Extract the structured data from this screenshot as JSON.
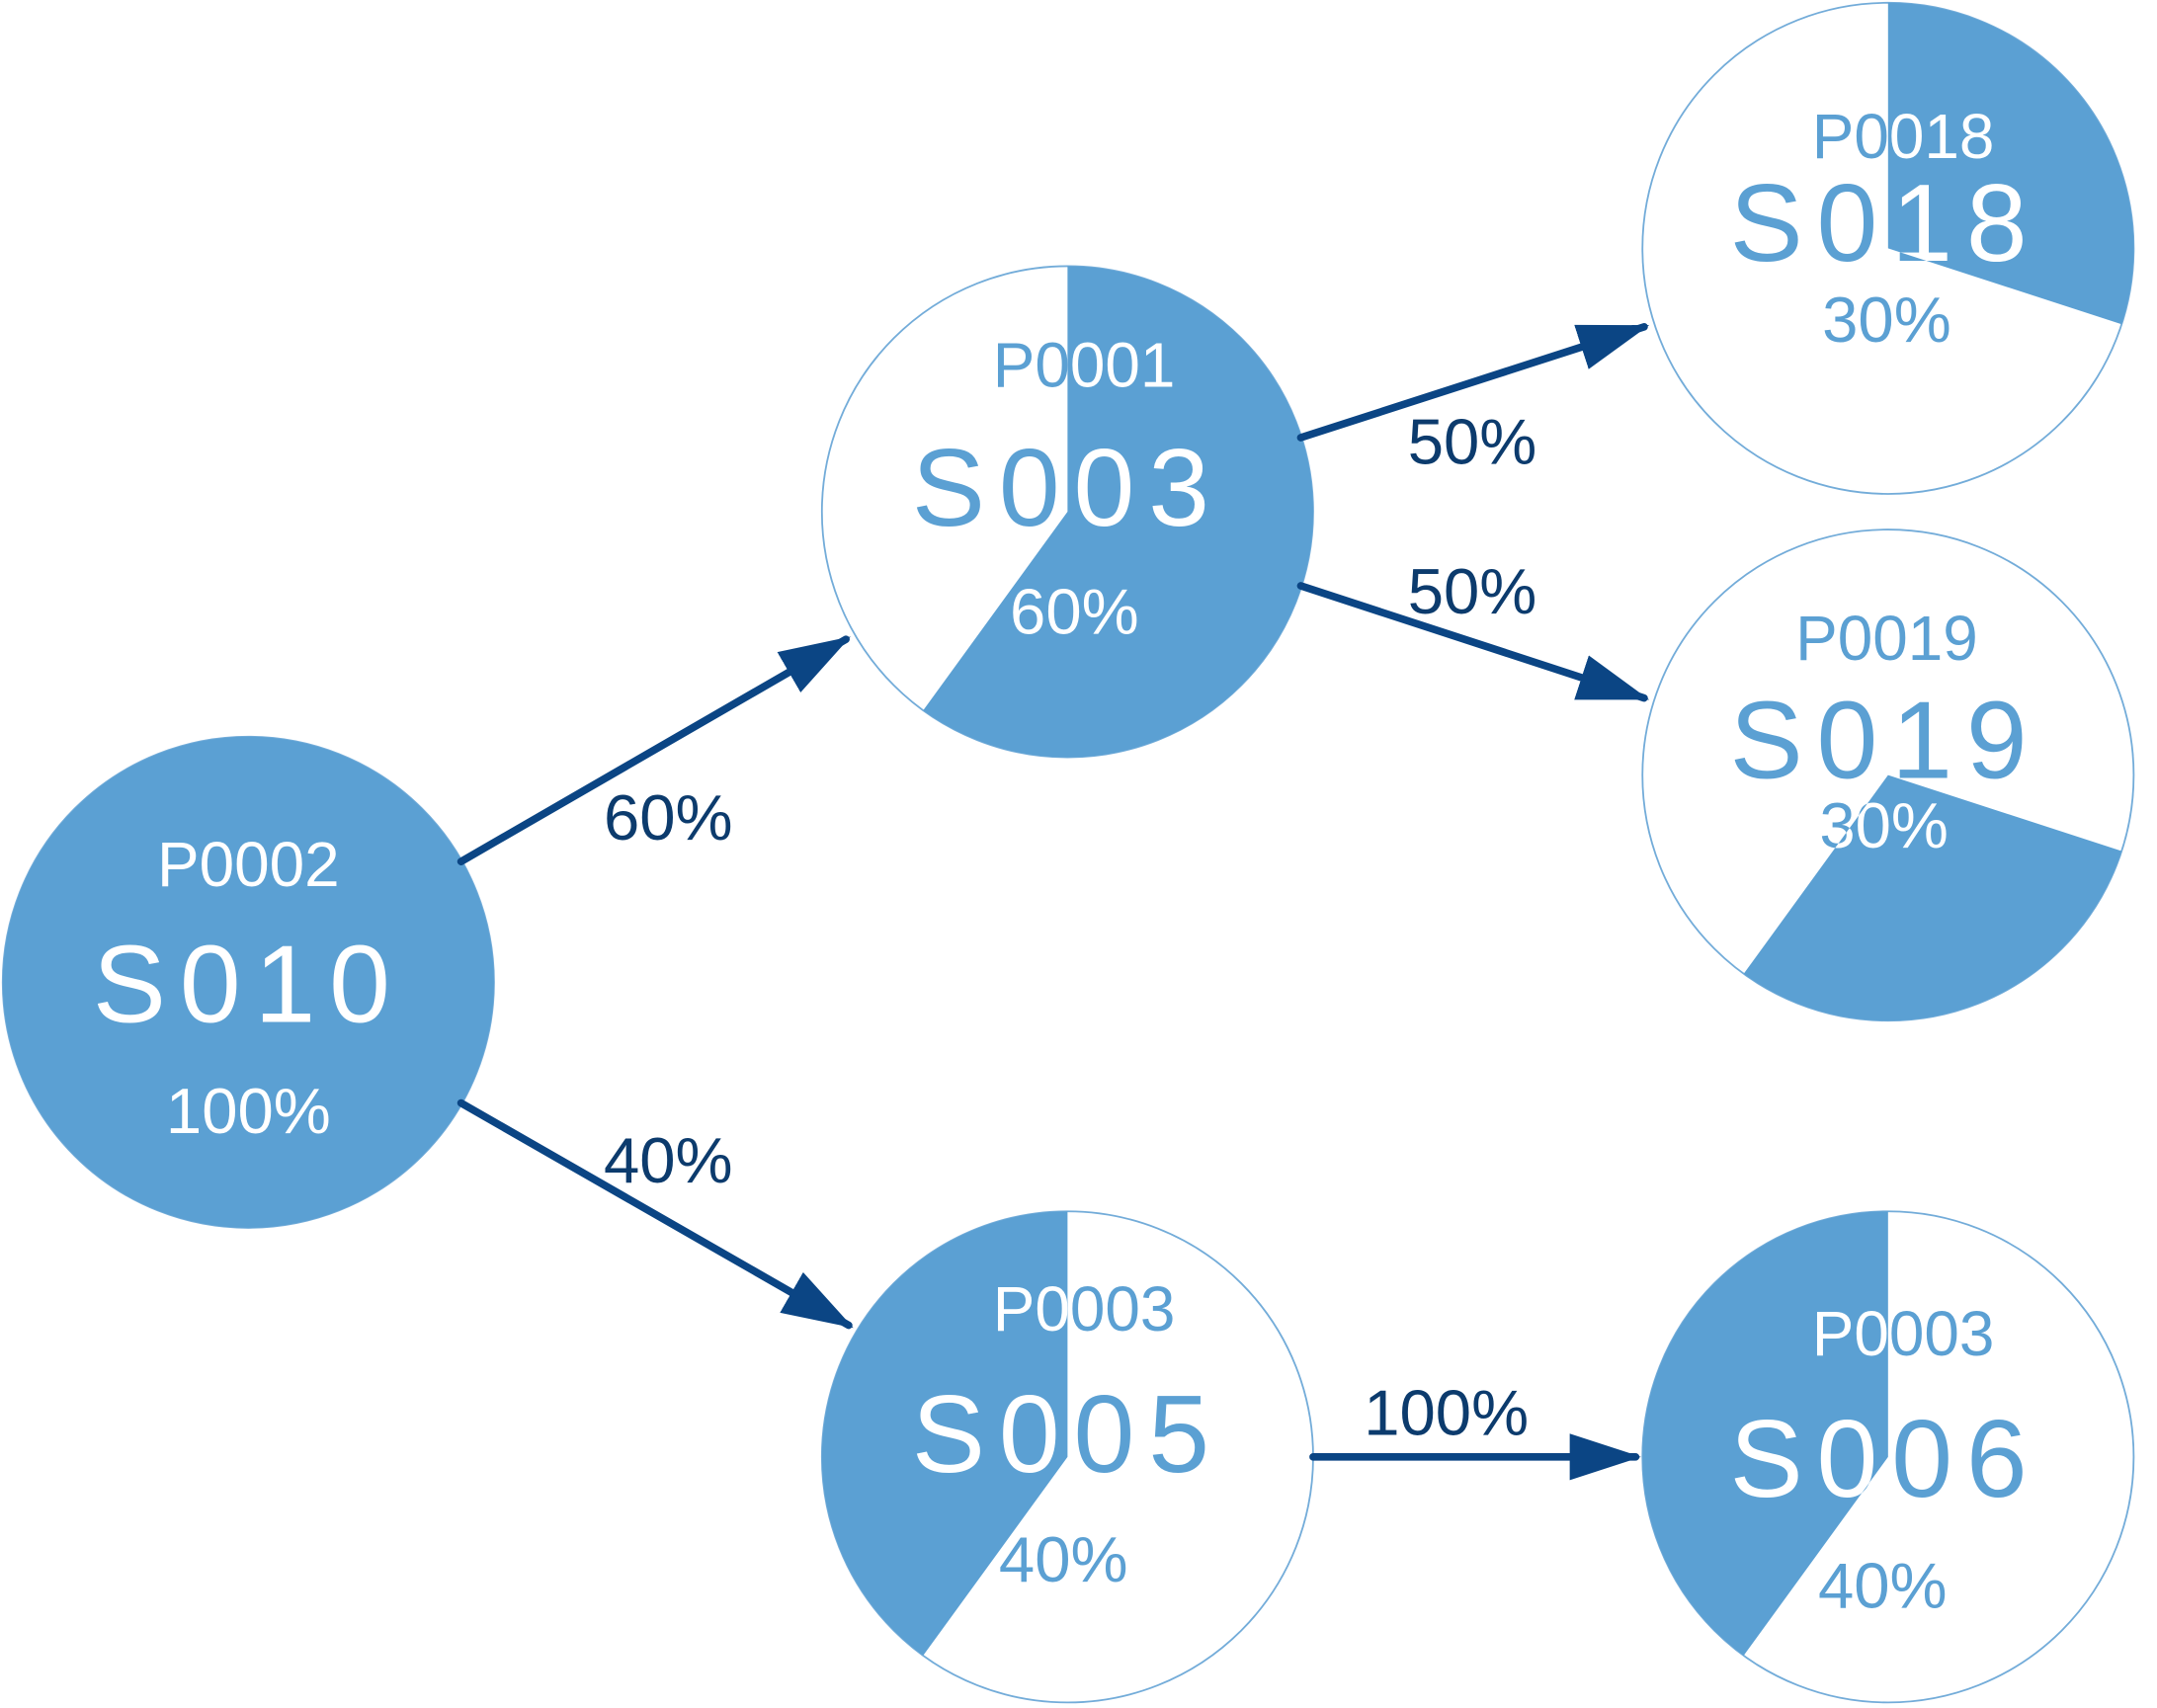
{
  "colors": {
    "share_fill": "#5ba0d3",
    "node_outline": "#73acd9",
    "node_text_light": "#ffffff",
    "arrow": "#0b4584",
    "arrow_label": "#0c3b6d"
  },
  "nodes": {
    "s010": {
      "code": "P0002",
      "name": "S010",
      "share_label": "100%",
      "share": 1.0,
      "share_start": 0.0
    },
    "s003": {
      "code": "P0001",
      "name": "S003",
      "share_label": "60%",
      "share": 0.6,
      "share_start": 0.0
    },
    "s018": {
      "code": "P0018",
      "name": "S018",
      "share_label": "30%",
      "share": 0.3,
      "share_start": 0.0
    },
    "s019": {
      "code": "P0019",
      "name": "S019",
      "share_label": "30%",
      "share": 0.3,
      "share_start": 0.3
    },
    "s005": {
      "code": "P0003",
      "name": "S005",
      "share_label": "40%",
      "share": 0.4,
      "share_start": 0.6
    },
    "s006": {
      "code": "P0003",
      "name": "S006",
      "share_label": "40%",
      "share": 0.4,
      "share_start": 0.6
    }
  },
  "edges": {
    "s010-s003": {
      "label": "60%"
    },
    "s010-s005": {
      "label": "40%"
    },
    "s003-s018": {
      "label": "50%"
    },
    "s003-s019": {
      "label": "50%"
    },
    "s005-s006": {
      "label": "100%"
    }
  }
}
